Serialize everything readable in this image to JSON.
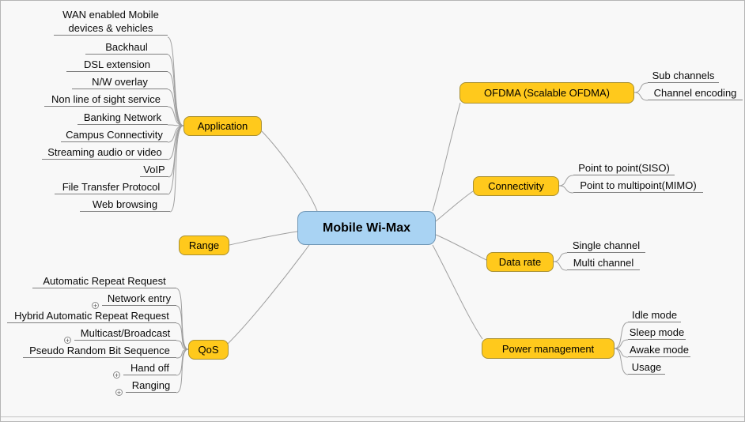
{
  "root": {
    "label": "Mobile Wi-Max"
  },
  "colors": {
    "root_fill": "#a9d3f3",
    "branch_fill": "#ffc91c",
    "edge": "#9f9f9f",
    "background": "#f8f8f8"
  },
  "icons": {
    "fold_glyph": "+"
  },
  "branches": [
    {
      "label": "Application",
      "side": "left",
      "children": [
        {
          "label": "WAN enabled Mobile devices & vehicles"
        },
        {
          "label": "Backhaul"
        },
        {
          "label": "DSL extension"
        },
        {
          "label": "N/W overlay"
        },
        {
          "label": "Non line of sight service"
        },
        {
          "label": "Banking Network"
        },
        {
          "label": "Campus Connectivity"
        },
        {
          "label": "Streaming audio or video"
        },
        {
          "label": "VoIP"
        },
        {
          "label": "File Transfer Protocol"
        },
        {
          "label": "Web browsing"
        }
      ]
    },
    {
      "label": "Range",
      "side": "left",
      "children": []
    },
    {
      "label": "QoS",
      "side": "left",
      "children": [
        {
          "label": "Automatic Repeat Request",
          "fold_handle": false
        },
        {
          "label": "Network entry",
          "fold_handle": true
        },
        {
          "label": "Hybrid Automatic Repeat Request",
          "fold_handle": false
        },
        {
          "label": "Multicast/Broadcast",
          "fold_handle": true
        },
        {
          "label": "Pseudo Random Bit Sequence",
          "fold_handle": false
        },
        {
          "label": "Hand off",
          "fold_handle": true
        },
        {
          "label": "Ranging",
          "fold_handle": true
        }
      ]
    },
    {
      "label": "OFDMA (Scalable OFDMA)",
      "side": "right",
      "children": [
        {
          "label": "Sub channels"
        },
        {
          "label": "Channel encoding"
        }
      ]
    },
    {
      "label": "Connectivity",
      "side": "right",
      "children": [
        {
          "label": "Point to point(SISO)"
        },
        {
          "label": "Point to multipoint(MIMO)"
        }
      ]
    },
    {
      "label": "Data rate",
      "side": "right",
      "children": [
        {
          "label": "Single channel"
        },
        {
          "label": "Multi channel"
        }
      ]
    },
    {
      "label": "Power management",
      "side": "right",
      "children": [
        {
          "label": "Idle mode"
        },
        {
          "label": "Sleep mode"
        },
        {
          "label": "Awake mode"
        },
        {
          "label": "Usage"
        }
      ]
    }
  ]
}
